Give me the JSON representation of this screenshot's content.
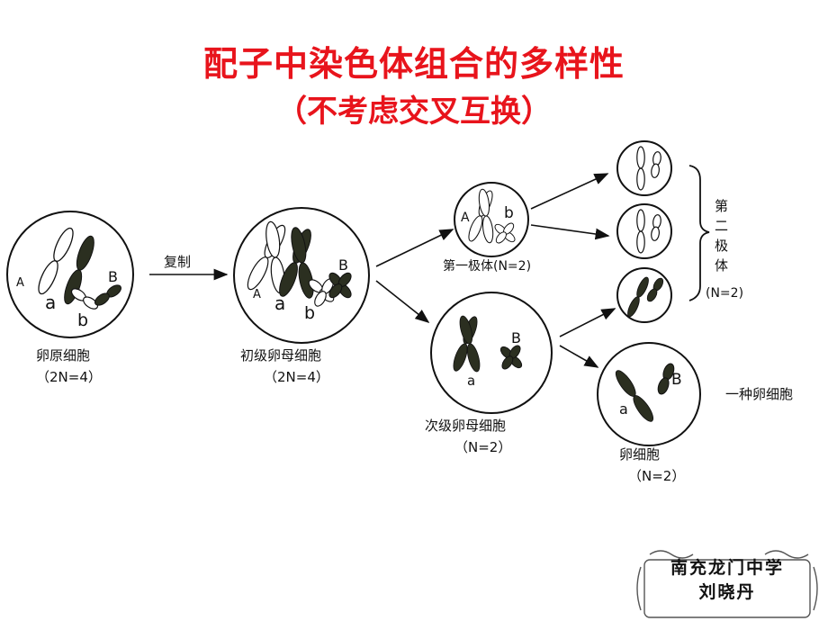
{
  "title": "配子中染色体组合的多样性",
  "subtitle": "（不考虑交叉互换）",
  "cells": {
    "oogonium": {
      "name": "卵原细胞",
      "ploidy": "（2N=4）"
    },
    "primary_oocyte": {
      "name": "初级卵母细胞",
      "ploidy": "（2N=4）"
    },
    "first_polar_body": {
      "name": "第一极体(N=2)"
    },
    "secondary_oocyte": {
      "name": "次级卵母细胞",
      "ploidy": "（N=2）"
    },
    "egg": {
      "name": "卵细胞",
      "ploidy": "（N=2）"
    }
  },
  "arrow_label": "复制",
  "second_polar_body": {
    "chars": [
      "第",
      "二",
      "极",
      "体"
    ],
    "ploidy": "(N=2)"
  },
  "egg_note": "一种卵细胞",
  "alleles": {
    "A": "A",
    "a": "a",
    "B": "B",
    "b": "b"
  },
  "signature": {
    "line1": "南充龙门中学",
    "line2": "刘晓丹"
  }
}
